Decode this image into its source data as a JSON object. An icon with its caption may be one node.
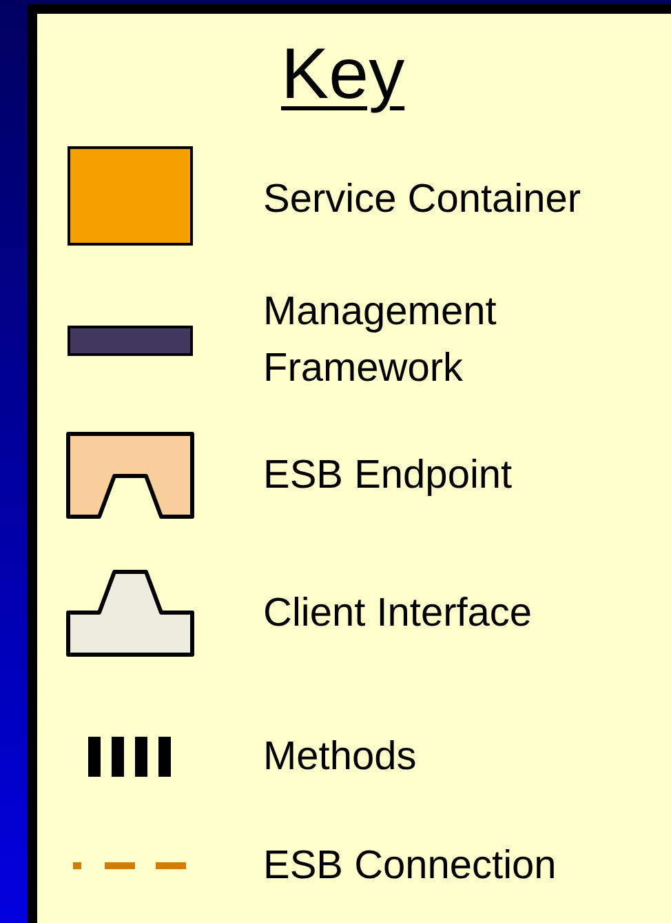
{
  "diagram": {
    "title": "Key",
    "legend": [
      {
        "text": "Service Container",
        "color": "#f5a000"
      },
      {
        "text": "Management Framework",
        "color": "#423a5e"
      },
      {
        "text": "ESB Endpoint"
      },
      {
        "text": "Client Interface"
      },
      {
        "text": "Methods"
      },
      {
        "text": "ESB Connection"
      }
    ]
  }
}
